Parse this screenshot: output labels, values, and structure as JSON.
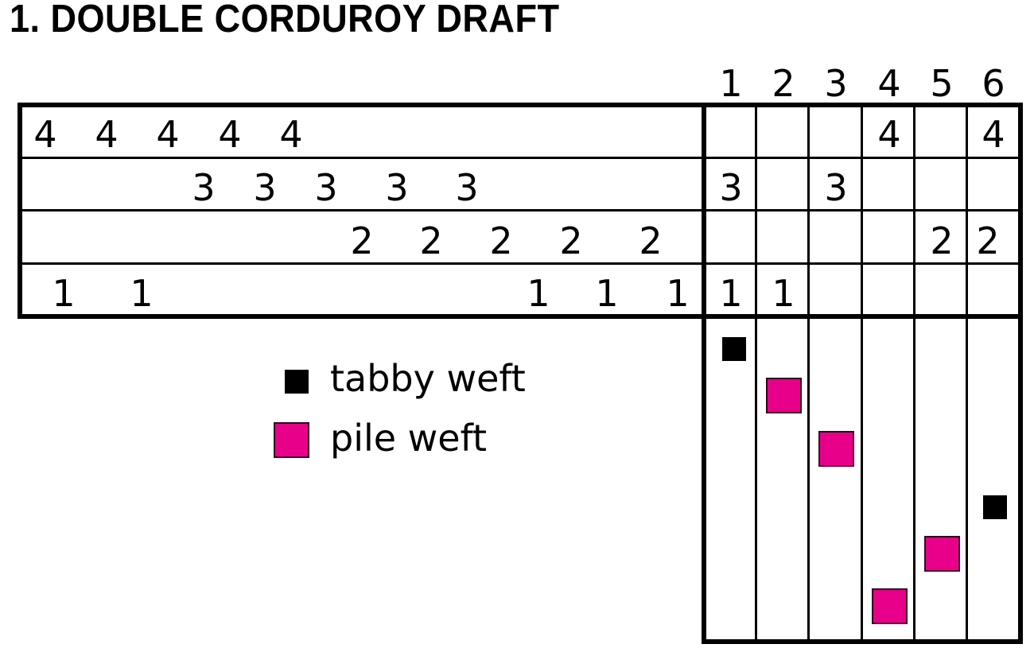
{
  "title": "1. DOUBLE CORDUROY DRAFT",
  "colors": {
    "tabby": "#000000",
    "pile": "#E8008A",
    "line": "#000000",
    "background": "#FFFFFF"
  },
  "tieup_column_headers": [
    "1",
    "2",
    "3",
    "4",
    "5",
    "6"
  ],
  "threading": {
    "rows": [
      {
        "shaft": "4",
        "ends": [
          "4",
          "4",
          "4",
          "4",
          "4"
        ]
      },
      {
        "shaft": "3",
        "ends": [
          "3",
          "3",
          "3",
          "3",
          "3"
        ]
      },
      {
        "shaft": "2",
        "ends": [
          "2",
          "2",
          "2",
          "2",
          "2"
        ]
      },
      {
        "shaft": "1",
        "ends": [
          "1",
          "1",
          "1",
          "1",
          "1"
        ]
      }
    ]
  },
  "tieup": {
    "rows": [
      [
        "",
        "",
        "",
        "4",
        "",
        "4"
      ],
      [
        "3",
        "",
        "3",
        "",
        "",
        ""
      ],
      [
        "",
        "",
        "",
        "",
        "2",
        "2"
      ],
      [
        "1",
        "1",
        "",
        "",
        "",
        ""
      ]
    ]
  },
  "treadling": [
    {
      "pick": 1,
      "treadle": 1,
      "type": "tabby"
    },
    {
      "pick": 2,
      "treadle": 2,
      "type": "pile"
    },
    {
      "pick": 3,
      "treadle": 3,
      "type": "pile"
    },
    {
      "pick": 4,
      "treadle": 6,
      "type": "tabby"
    },
    {
      "pick": 5,
      "treadle": 5,
      "type": "pile"
    },
    {
      "pick": 6,
      "treadle": 4,
      "type": "pile"
    }
  ],
  "legend": [
    {
      "type": "tabby",
      "label": "tabby weft"
    },
    {
      "type": "pile",
      "label": "pile weft"
    }
  ]
}
